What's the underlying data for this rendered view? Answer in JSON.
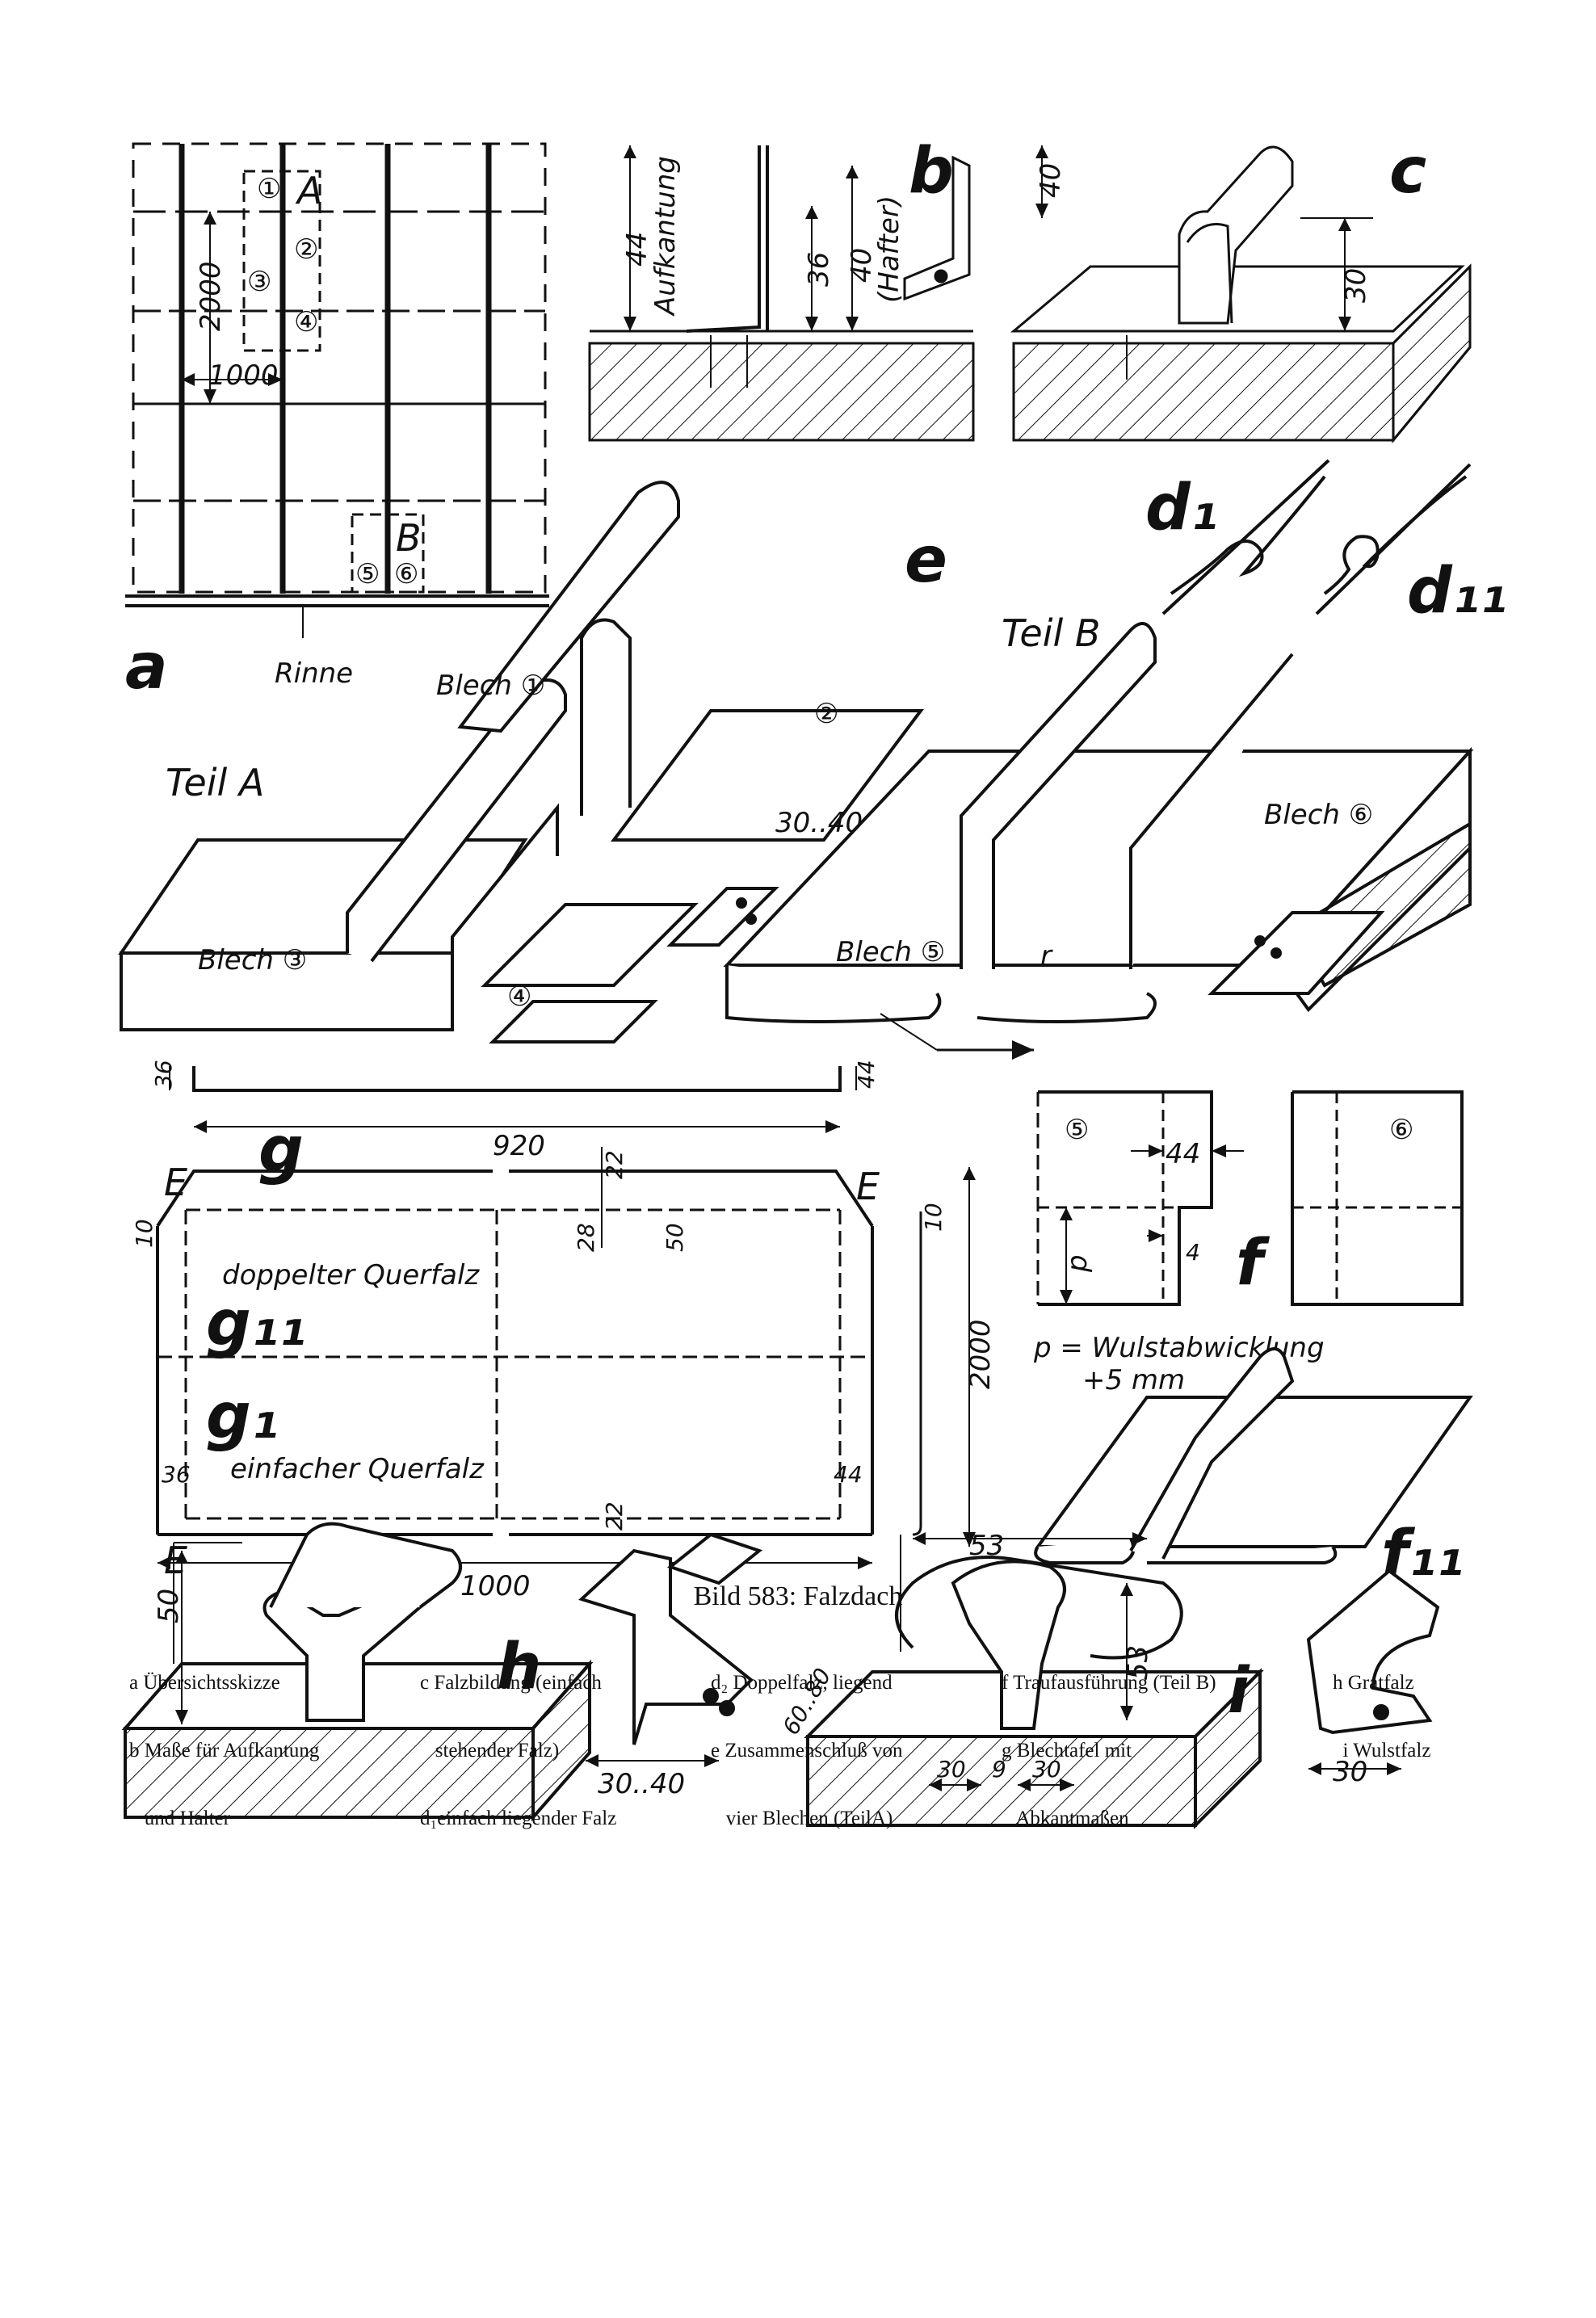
{
  "figure": {
    "caption": "Bild 583: Falzdach",
    "legend": [
      [
        "a Übersichtsskizze",
        "b Maße für Aufkantung",
        "   und Halter"
      ],
      [
        "c Falzbildung (einfach",
        "   stehender Falz)",
        "d₁einfach liegender Falz"
      ],
      [
        "d₂ Doppelfalz, liegend",
        "e Zusammenschluß von",
        "   vier Blechen (TeilA)"
      ],
      [
        "f Traufausführung (Teil B)",
        "g Blechtafel mit",
        "   Abkantmaßen"
      ],
      [
        "h Gratfalz",
        "  i Wulstfalz"
      ]
    ]
  },
  "panel_labels": {
    "a": "a",
    "b": "b",
    "c": "c",
    "d1": "d₁",
    "d2": "d₁₁",
    "e": "e",
    "f": "f",
    "f2": "f₁₁",
    "g": "g",
    "g1": "g₁",
    "g2": "g₁₁",
    "h": "h",
    "i": "i"
  },
  "a": {
    "A": "A",
    "B": "B",
    "dim_2000": "2000",
    "dim_1000": "1000",
    "rinne": "Rinne",
    "nums": [
      "①",
      "②",
      "③",
      "④",
      "⑤",
      "⑥"
    ]
  },
  "b": {
    "dim_44": "44",
    "aufkantung": "Aufkantung",
    "dim_36": "36",
    "dim_40h": "40",
    "hafter": "(Hafter)",
    "dim_40": "40"
  },
  "c": {
    "dim_30": "30"
  },
  "e": {
    "teil_a": "Teil A",
    "teil_b": "Teil B",
    "blech1": "Blech ①",
    "num2": "②",
    "blech3": "Blech ③",
    "num4": "④",
    "blech5": "Blech ⑤",
    "blech6": "Blech ⑥",
    "dim_3040": "30..40",
    "r": "r"
  },
  "g": {
    "dim_36": "36",
    "dim_44": "44",
    "dim_920": "920",
    "E": "E",
    "dim_10": "10",
    "dim_22": "22",
    "dim_28": "28",
    "dim_50": "50",
    "doppelt": "doppelter Querfalz",
    "einfach": "einfacher Querfalz",
    "dim_2000": "2000",
    "dim_1000": "1000"
  },
  "f": {
    "num5": "⑤",
    "num6": "⑥",
    "dim_44": "44",
    "p": "p",
    "dim_4": "4",
    "formula_1": "p = Wulstabwicklung",
    "formula_2": "+5 mm"
  },
  "h": {
    "dim_50": "50",
    "dim_3040": "30..40",
    "dim_6080": "60..80"
  },
  "i": {
    "dim_53a": "53",
    "dim_53b": "53",
    "dim_30a": "30",
    "dim_9": "9",
    "dim_30b": "30",
    "dim_30c": "30"
  }
}
